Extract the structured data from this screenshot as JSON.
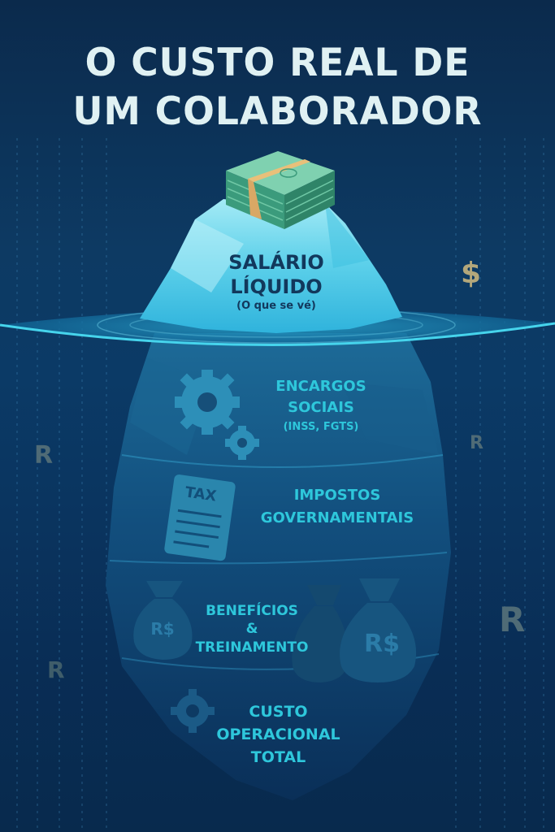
{
  "title": {
    "line1": "O CUSTO REAL DE",
    "line2": "UM COLABORADOR"
  },
  "tip": {
    "line1": "SALÁRIO",
    "line2": "LÍQUIDO",
    "subtitle": "(O que se vé)",
    "icon": "money-stack-icon"
  },
  "layers": [
    {
      "line1": "ENCARGOS",
      "line2": "SOCIAIS",
      "line3": "(INSS, FGTS)",
      "icon": "gears-icon"
    },
    {
      "line1": "IMPOSTOS",
      "line2": "GOVERNAMENTAIS",
      "icon": "tax-document-icon",
      "icon_text": "TAX"
    },
    {
      "line1": "BENEFÍCIOS",
      "line2": "&",
      "line3": "TREINAMENTO",
      "icon": "money-bag-icon",
      "bag_text": "R$"
    },
    {
      "line1": "CUSTO",
      "line2": "OPERACIONAL",
      "line3": "TOTAL",
      "icon": "gear-icon"
    }
  ],
  "decor": {
    "dollar": "$",
    "real": "R"
  },
  "colors": {
    "background": "#0b3a66",
    "title": "#e0f1f3",
    "accent_cyan": "#2ec7db",
    "ice_tip": "#6fd6ec",
    "tip_text": "#12385c",
    "dollar_gold": "#b3a77b",
    "real_gray": "#4f6b76"
  }
}
